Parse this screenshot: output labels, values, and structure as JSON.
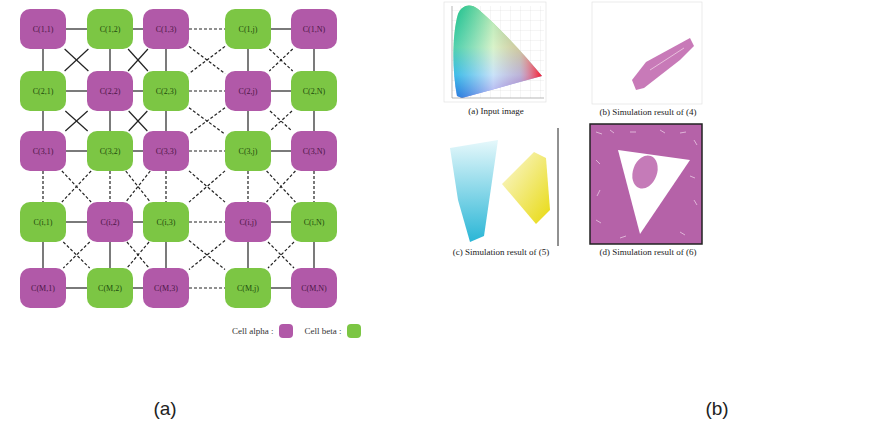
{
  "diagram": {
    "nodes": [
      {
        "text": [
          "C(1,1)"
        ]
      },
      {
        "text": [
          "C(1,2)"
        ]
      },
      {
        "text": [
          "C(1,3)"
        ]
      },
      {
        "text": [
          "C(1,j)"
        ]
      },
      {
        "text": [
          "C(1,N)"
        ]
      },
      {
        "text": [
          "C(2,1)"
        ]
      },
      {
        "text": [
          "C(2,2)"
        ]
      },
      {
        "text": [
          "C(2,3)"
        ]
      },
      {
        "text": [
          "C(2,j)"
        ]
      },
      {
        "text": [
          "C(2,N)"
        ]
      },
      {
        "text": [
          "C(3,1)"
        ]
      },
      {
        "text": [
          "C(3,2)"
        ]
      },
      {
        "text": [
          "C(3,3)"
        ]
      },
      {
        "text": [
          "C(3,j)"
        ]
      },
      {
        "text": [
          "C(3,N)"
        ]
      },
      {
        "text": [
          "C(i,1)"
        ]
      },
      {
        "text": [
          "C(i,2)"
        ]
      },
      {
        "text": [
          "C(i,3)"
        ]
      },
      {
        "text": [
          "C(i,j)"
        ]
      },
      {
        "text": [
          "C(i,N)"
        ]
      },
      {
        "text": [
          "C(M,1)"
        ]
      },
      {
        "text": [
          "C(M,2)"
        ]
      },
      {
        "text": [
          "C(M,3)"
        ]
      },
      {
        "text": [
          "C(M,j)"
        ]
      },
      {
        "text": [
          "C(M,N)"
        ]
      }
    ],
    "edges": [
      {
        "from": 0,
        "to": 1,
        "arrow": "none"
      },
      {
        "from": 1,
        "to": 2,
        "arrow": "none"
      },
      {
        "from": 2,
        "to": 3,
        "arrow": "none"
      },
      {
        "from": 3,
        "to": 4,
        "arrow": "none"
      },
      {
        "from": 5,
        "to": 6,
        "arrow": "none"
      },
      {
        "from": 6,
        "to": 7,
        "arrow": "none"
      },
      {
        "from": 7,
        "to": 8,
        "arrow": "none"
      },
      {
        "from": 8,
        "to": 9,
        "arrow": "none"
      },
      {
        "from": 10,
        "to": 11,
        "arrow": "none"
      },
      {
        "from": 11,
        "to": 12,
        "arrow": "none"
      },
      {
        "from": 12,
        "to": 13,
        "arrow": "none"
      },
      {
        "from": 13,
        "to": 14,
        "arrow": "none"
      },
      {
        "from": 15,
        "to": 16,
        "arrow": "none"
      },
      {
        "from": 16,
        "to": 17,
        "arrow": "none"
      },
      {
        "from": 17,
        "to": 18,
        "arrow": "none"
      },
      {
        "from": 18,
        "to": 19,
        "arrow": "none"
      },
      {
        "from": 20,
        "to": 21,
        "arrow": "none"
      },
      {
        "from": 21,
        "to": 22,
        "arrow": "none"
      },
      {
        "from": 22,
        "to": 23,
        "arrow": "none"
      },
      {
        "from": 23,
        "to": 24,
        "arrow": "none"
      },
      {
        "from": 0,
        "to": 5,
        "arrow": "none"
      },
      {
        "from": 1,
        "to": 6,
        "arrow": "none"
      },
      {
        "from": 2,
        "to": 7,
        "arrow": "none"
      },
      {
        "from": 3,
        "to": 8,
        "arrow": "none"
      },
      {
        "from": 4,
        "to": 9,
        "arrow": "none"
      },
      {
        "from": 5,
        "to": 10,
        "arrow": "none"
      },
      {
        "from": 6,
        "to": 11,
        "arrow": "none"
      },
      {
        "from": 7,
        "to": 12,
        "arrow": "none"
      },
      {
        "from": 8,
        "to": 13,
        "arrow": "none"
      },
      {
        "from": 9,
        "to": 14,
        "arrow": "none"
      },
      {
        "from": 10,
        "to": 15,
        "arrow": "none"
      },
      {
        "from": 11,
        "to": 16,
        "arrow": "none"
      },
      {
        "from": 12,
        "to": 17,
        "arrow": "none"
      },
      {
        "from": 13,
        "to": 18,
        "arrow": "none"
      },
      {
        "from": 14,
        "to": 19,
        "arrow": "none"
      },
      {
        "from": 15,
        "to": 20,
        "arrow": "none"
      },
      {
        "from": 16,
        "to": 21,
        "arrow": "none"
      },
      {
        "from": 17,
        "to": 22,
        "arrow": "none"
      },
      {
        "from": 18,
        "to": 23,
        "arrow": "none"
      },
      {
        "from": 19,
        "to": 24,
        "arrow": "none"
      },
      {
        "from": 0,
        "to": 6,
        "arrow": "none"
      },
      {
        "from": 1,
        "to": 5,
        "arrow": "none"
      },
      {
        "from": 1,
        "to": 7,
        "arrow": "none"
      },
      {
        "from": 2,
        "to": 6,
        "arrow": "none"
      },
      {
        "from": 2,
        "to": 8,
        "arrow": "none"
      },
      {
        "from": 3,
        "to": 7,
        "arrow": "none"
      },
      {
        "from": 3,
        "to": 9,
        "arrow": "none"
      },
      {
        "from": 4,
        "to": 8,
        "arrow": "none"
      },
      {
        "from": 5,
        "to": 11,
        "arrow": "none"
      },
      {
        "from": 6,
        "to": 10,
        "arrow": "none"
      },
      {
        "from": 6,
        "to": 12,
        "arrow": "none"
      },
      {
        "from": 7,
        "to": 11,
        "arrow": "none"
      },
      {
        "from": 7,
        "to": 13,
        "arrow": "none"
      },
      {
        "from": 8,
        "to": 12,
        "arrow": "none"
      },
      {
        "from": 8,
        "to": 14,
        "arrow": "none"
      },
      {
        "from": 9,
        "to": 13,
        "arrow": "none"
      },
      {
        "from": 10,
        "to": 16,
        "arrow": "none"
      },
      {
        "from": 11,
        "to": 15,
        "arrow": "none"
      },
      {
        "from": 11,
        "to": 17,
        "arrow": "none"
      },
      {
        "from": 12,
        "to": 16,
        "arrow": "none"
      },
      {
        "from": 12,
        "to": 18,
        "arrow": "none"
      },
      {
        "from": 13,
        "to": 17,
        "arrow": "none"
      },
      {
        "from": 13,
        "to": 19,
        "arrow": "none"
      },
      {
        "from": 14,
        "to": 18,
        "arrow": "none"
      },
      {
        "from": 15,
        "to": 21,
        "arrow": "none"
      },
      {
        "from": 16,
        "to": 20,
        "arrow": "none"
      },
      {
        "from": 16,
        "to": 22,
        "arrow": "none"
      },
      {
        "from": 17,
        "to": 21,
        "arrow": "none"
      },
      {
        "from": 17,
        "to": 23,
        "arrow": "none"
      },
      {
        "from": 18,
        "to": 22,
        "arrow": "none"
      },
      {
        "from": 18,
        "to": 24,
        "arrow": "none"
      },
      {
        "from": 19,
        "to": 23,
        "arrow": "none"
      }
    ],
    "labels": [
      "(a) Input image",
      "(b) Simulation result of (4)",
      "(c) Simulation result of (5)",
      "(d) Simulation result of (6)",
      "(a)",
      "(b)"
    ],
    "legend": [
      {
        "text": "Cell alpha :",
        "color": "#b159a8"
      },
      {
        "text": "Cell beta :",
        "color": "#7cc644"
      }
    ]
  }
}
